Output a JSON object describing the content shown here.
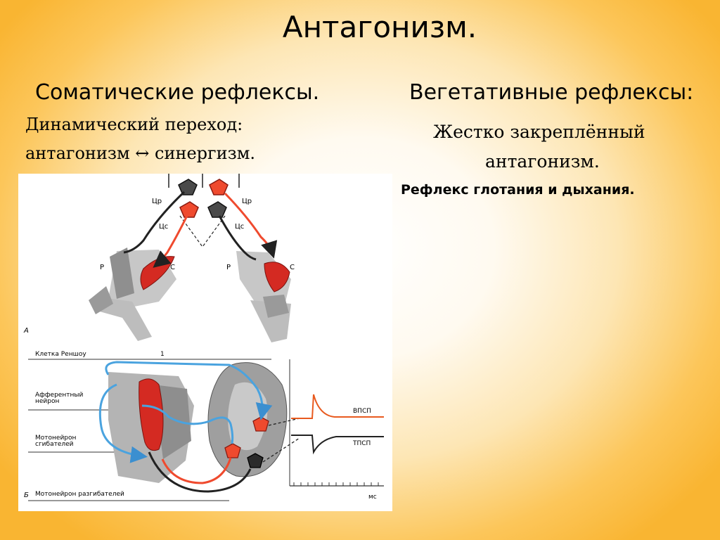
{
  "slide": {
    "title": "Антагонизм.",
    "left_heading": "Соматические рефлексы.",
    "right_heading": "Вегетативные рефлексы:",
    "dynamic_line1": "Динамический переход:",
    "dynamic_line2": "антагонизм ↔ синергизм.",
    "rigid_line1": "Жестко закреплённый",
    "rigid_line2": "антагонизм.",
    "reflex_note": "Рефлекс глотания и дыхания."
  },
  "diagram": {
    "panel_a_label": "А",
    "panel_b_label": "Б",
    "cr_label": "Цр",
    "cs_label": "Цс",
    "p_label": "Р",
    "c_label": "С",
    "renshaw_label": "Клетка Реншоу",
    "marker_1": "1",
    "afferent_line1": "Афферентный",
    "afferent_line2": "нейрон",
    "flexor_line1": "Мотонейрон",
    "flexor_line2": "сгибателей",
    "extensor_label": "Мотонейрон разгибателей",
    "epsp_label": "ВПСП",
    "ipsp_label": "ТПСП",
    "ms_label": "мс"
  },
  "colors": {
    "inhibitory_neuron": "#3a3a3a",
    "excitatory_neuron": "#ef4a2e",
    "afferent_fiber": "#4aa3df",
    "muscle": "#d42a22",
    "bone": "#9a9a9a"
  }
}
